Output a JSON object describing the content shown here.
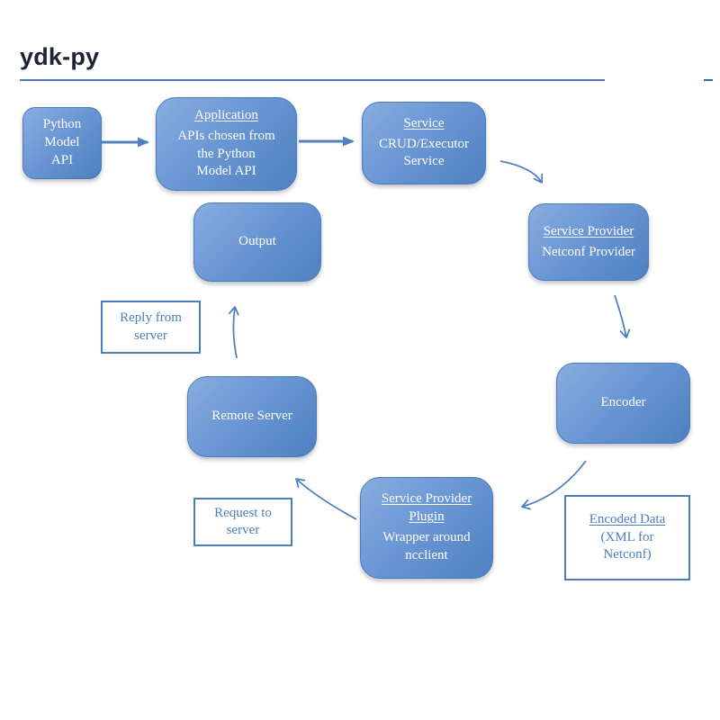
{
  "page": {
    "title": "ydk-py"
  },
  "diagram": {
    "nodes": {
      "python_model_api": {
        "label": "Python\nModel\nAPI"
      },
      "application": {
        "heading": "Application",
        "body": "APIs chosen from\nthe Python\nModel API"
      },
      "service": {
        "heading": "Service",
        "body": "CRUD/Executor\nService"
      },
      "service_provider": {
        "heading": "Service Provider",
        "body": "Netconf Provider"
      },
      "encoder": {
        "label": "Encoder"
      },
      "output": {
        "label": "Output"
      },
      "remote_server": {
        "label": "Remote Server"
      },
      "service_provider_plugin": {
        "heading": "Service Provider\nPlugin",
        "body": "Wrapper around\nncclient"
      }
    },
    "notes": {
      "reply_from_server": {
        "label": "Reply from\nserver"
      },
      "request_to_server": {
        "label": "Request to\nserver"
      },
      "encoded_data": {
        "heading": "Encoded Data",
        "body": "(XML for\nNetconf)"
      }
    },
    "edges": [
      {
        "from": "python_model_api",
        "to": "application"
      },
      {
        "from": "application",
        "to": "service"
      },
      {
        "from": "service",
        "to": "service_provider"
      },
      {
        "from": "service_provider",
        "to": "encoder"
      },
      {
        "from": "encoder",
        "to": "service_provider_plugin"
      },
      {
        "from": "service_provider_plugin",
        "to": "remote_server"
      },
      {
        "from": "remote_server",
        "to": "output"
      }
    ],
    "colors": {
      "node_fill_top": "#88ade0",
      "node_fill_bottom": "#4e80c0",
      "node_border": "#4a7ab8",
      "node_text": "#ffffff",
      "arrow": "#4f81bd",
      "note_border": "#4a7ebb",
      "note_text": "#4a7ebb",
      "title_text": "#1b2430",
      "title_rule": "#4a7ebb"
    }
  }
}
